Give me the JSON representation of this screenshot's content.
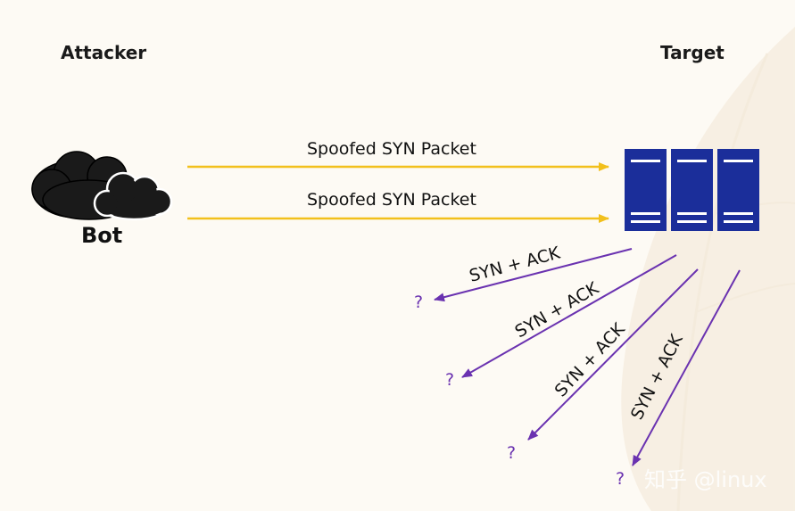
{
  "diagram": {
    "attacker_label": "Attacker",
    "target_label": "Target",
    "bot_label": "Bot",
    "requests": [
      {
        "label": "Spoofed SYN Packet"
      },
      {
        "label": "Spoofed SYN Packet"
      }
    ],
    "responses": [
      {
        "label": "SYN + ACK",
        "destination": "?"
      },
      {
        "label": "SYN + ACK",
        "destination": "?"
      },
      {
        "label": "SYN + ACK",
        "destination": "?"
      },
      {
        "label": "SYN + ACK",
        "destination": "?"
      }
    ],
    "watermark": "知乎 @linux"
  },
  "colors": {
    "background": "#fdfaf4",
    "request_arrow": "#f2c01c",
    "response_arrow": "#6a32b0",
    "server_fill": "#1b2e9a",
    "cloud_fill": "#1a1a1a"
  },
  "icons": {
    "attacker": "cloud-icon",
    "target": "server-rack-icon"
  }
}
